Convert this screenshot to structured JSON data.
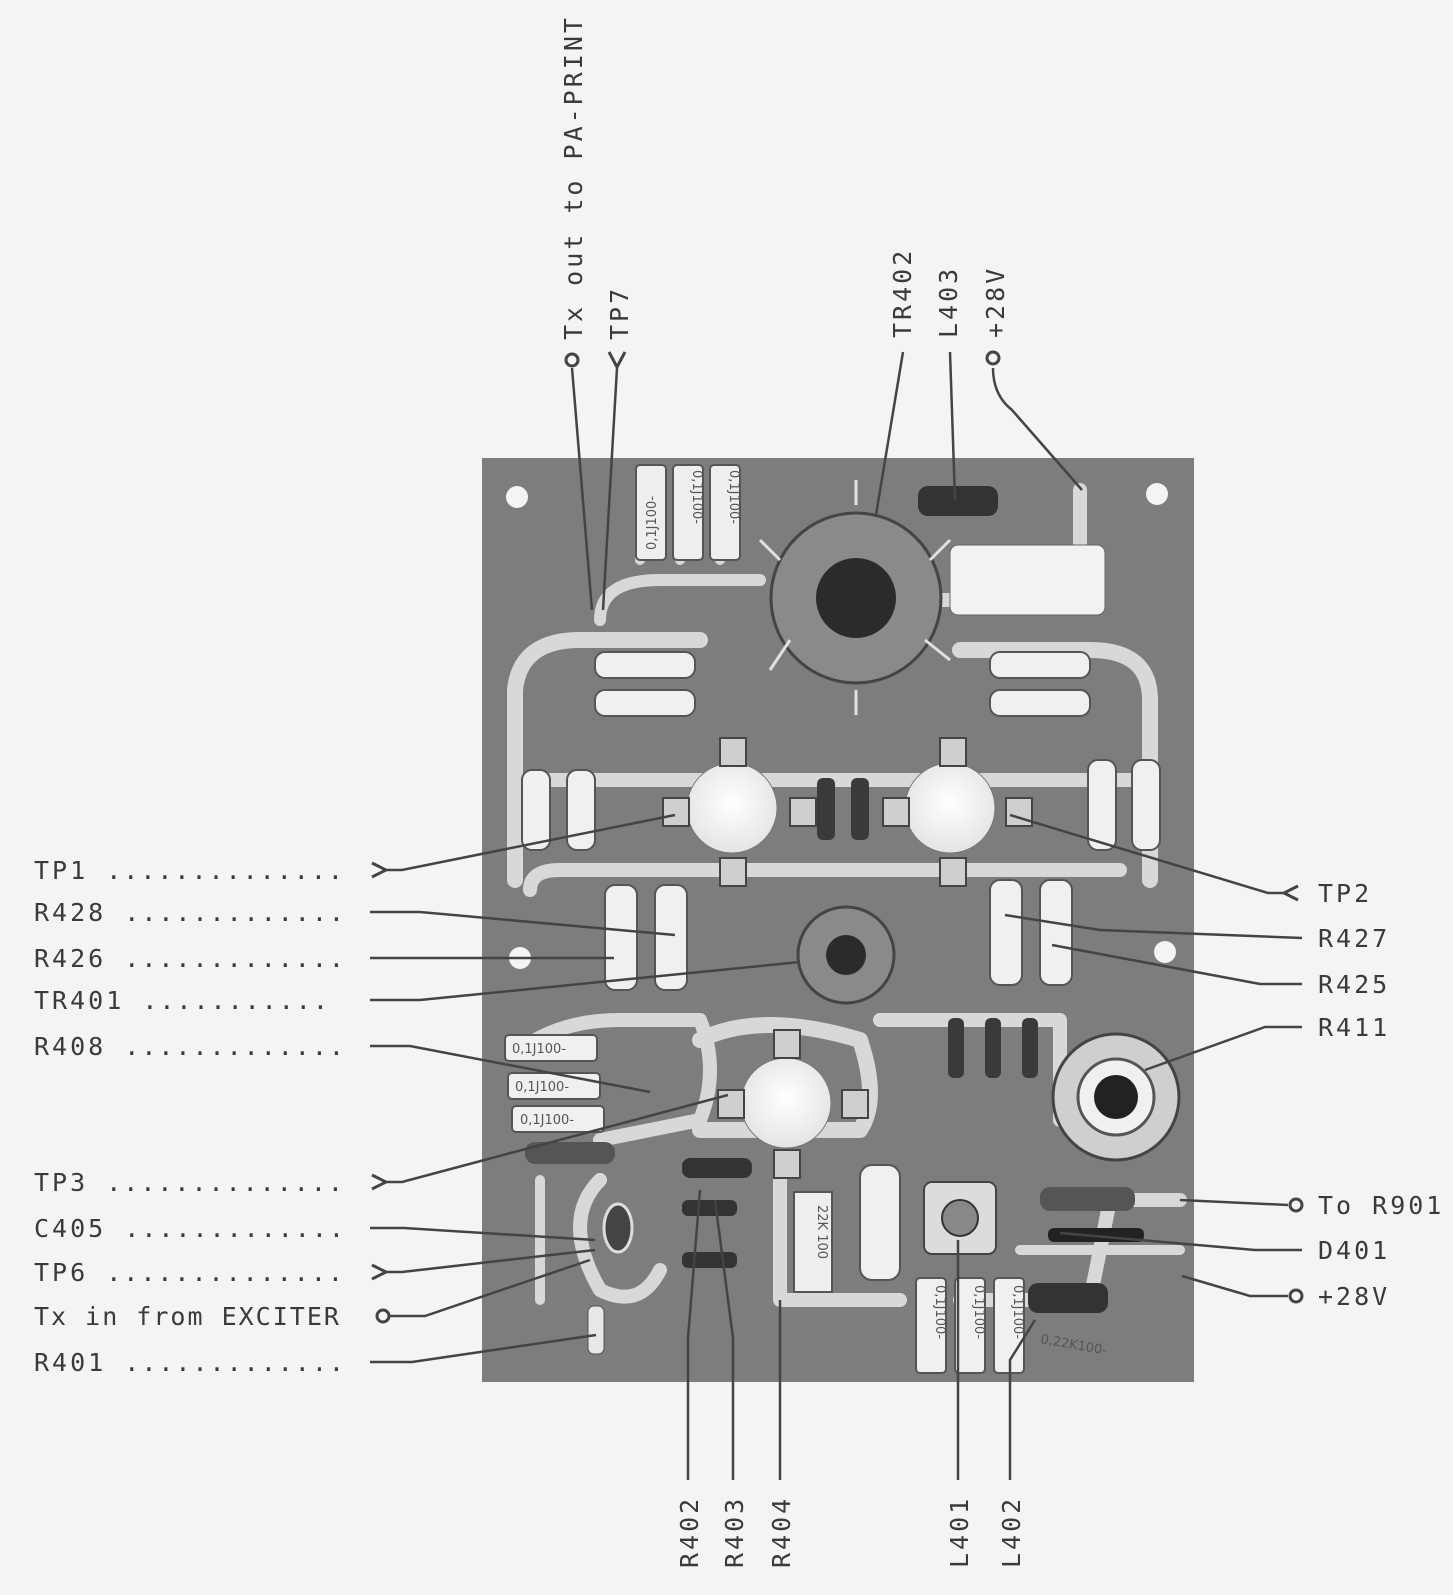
{
  "labels": {
    "tx_out": "Tx out to PA-PRINT",
    "tp7": "TP7",
    "tr402": "TR402",
    "l403": "L403",
    "plus28v_top": "+28V",
    "tp1": "TP1",
    "r428": "R428",
    "r426": "R426",
    "tr401": "TR401",
    "r408": "R408",
    "tp3": "TP3",
    "c405": "C405",
    "tp6": "TP6",
    "tx_in": "Tx in from EXCITER",
    "r401": "R401",
    "tp2": "TP2",
    "r427": "R427",
    "r425": "R425",
    "r411": "R411",
    "to_r901": "To R901",
    "d401": "D401",
    "plus28v_right": "+28V",
    "r402": "R402",
    "r403": "R403",
    "r404": "R404",
    "l401": "L401",
    "l402": "L402"
  },
  "leaders": {
    "tp1": "..............",
    "r428": ".............",
    "r426": ".............",
    "tr401": "...........",
    "r408": ".............",
    "tp3": "..............",
    "c405": ".............",
    "tp6": "..............",
    "r401": "............."
  },
  "board_markings": {
    "cap1": "0,1J100-",
    "cap2": "0,1J100-",
    "cap3": "0,1J100-",
    "cap4": "0,1J100-",
    "cap5": "0,1J100-",
    "cap6": "0,1J100-",
    "cap7": "0,1J100-",
    "cap8": "0,1J100-",
    "cap9": "0,1J100-",
    "res_22k": "22K 100",
    "l402_mark": "0,22K100-"
  },
  "colors": {
    "background": "#f4f4f2",
    "board": "#7d7d7d",
    "trace": "#d6d6d6",
    "ink": "#3a3a3a"
  }
}
